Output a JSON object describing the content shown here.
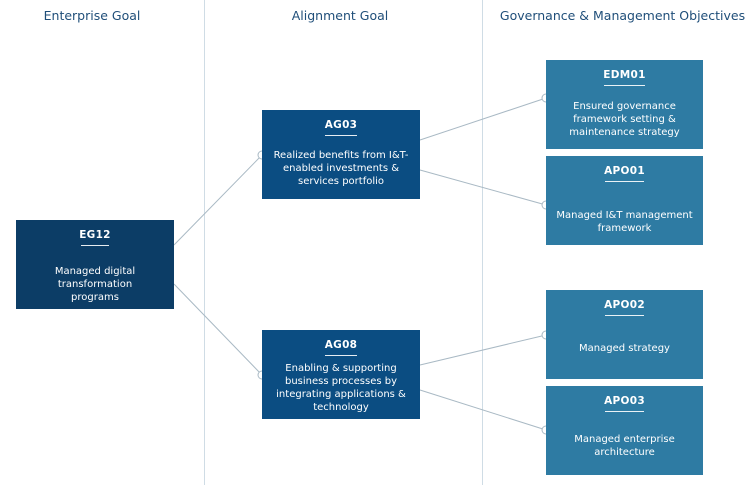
{
  "columns": {
    "enterprise": "Enterprise Goal",
    "alignment": "Alignment Goal",
    "objectives": "Governance & Management Objectives"
  },
  "enterprise_goal": {
    "code": "EG12",
    "desc": "Managed digital transformation programs"
  },
  "alignment_goals": [
    {
      "code": "AG03",
      "desc": "Realized benefits from I&T-enabled investments & services portfolio"
    },
    {
      "code": "AG08",
      "desc": "Enabling & supporting business processes by integrating applications & technology"
    }
  ],
  "objectives": [
    {
      "code": "EDM01",
      "desc": "Ensured governance framework setting & maintenance strategy"
    },
    {
      "code": "APO01",
      "desc": "Managed I&T management framework"
    },
    {
      "code": "APO02",
      "desc": "Managed strategy"
    },
    {
      "code": "APO03",
      "desc": "Managed enterprise architecture"
    }
  ],
  "colors": {
    "enterprise_box": "#0c3d66",
    "alignment_box": "#0b4d82",
    "objective_box": "#2e7ba3",
    "connector": "#a9b9c4",
    "header_text": "#1f4e79"
  }
}
